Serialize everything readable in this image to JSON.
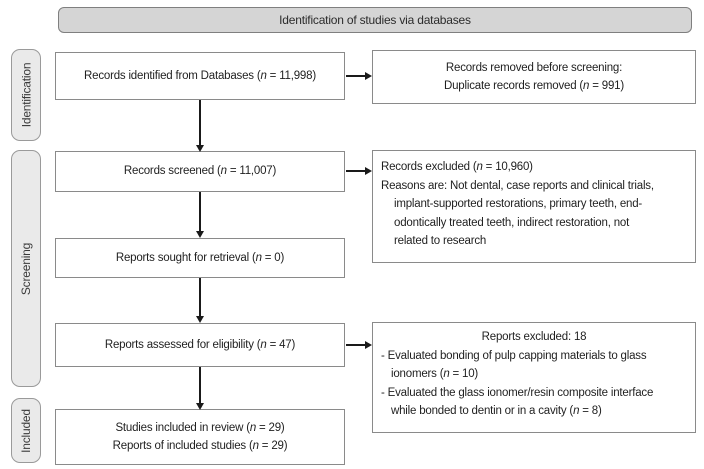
{
  "colors": {
    "banner_fill": "#d5d5d5",
    "banner_border": "#7f7f7f",
    "pill_fill": "#eaeaea",
    "pill_border": "#9a9a9a",
    "box_border": "#8a8a8a",
    "text": "#1f1f1f",
    "arrow": "#1a1a1a"
  },
  "banner": {
    "label": "Identification of studies via databases"
  },
  "sidebar": {
    "stages": [
      {
        "label": "Identification"
      },
      {
        "label": "Screening"
      },
      {
        "label": "Included"
      }
    ]
  },
  "flow": {
    "identified": {
      "text": "Records identified from Databases (*n* = 11,998)"
    },
    "removed": {
      "lines": [
        "Records removed before screening:",
        "Duplicate records removed (*n* = 991)"
      ]
    },
    "screened": {
      "text": "Records screened (*n* = 11,007)"
    },
    "excluded_screening": {
      "lines": [
        "Records excluded (*n* = 10,960)",
        "Reasons are: Not dental, case reports and clinical trials,",
        "implant-supported restorations, primary teeth, end-",
        "odontically treated teeth, indirect restoration, not",
        "related to research"
      ]
    },
    "sought": {
      "text": "Reports sought for retrieval (*n* = 0)"
    },
    "assessed": {
      "text": "Reports assessed for eligibility (*n* = 47)"
    },
    "excluded_eligibility": {
      "title": "Reports excluded: 18",
      "lines": [
        "- Evaluated bonding of pulp capping materials to glass",
        "ionomers (*n* = 10)",
        "- Evaluated the glass ionomer/resin composite interface",
        "while bonded to dentin or in a cavity (*n* = 8)"
      ]
    },
    "included": {
      "lines": [
        "Studies included in review (*n* = 29)",
        "Reports of included studies (*n* = 29)"
      ]
    }
  }
}
